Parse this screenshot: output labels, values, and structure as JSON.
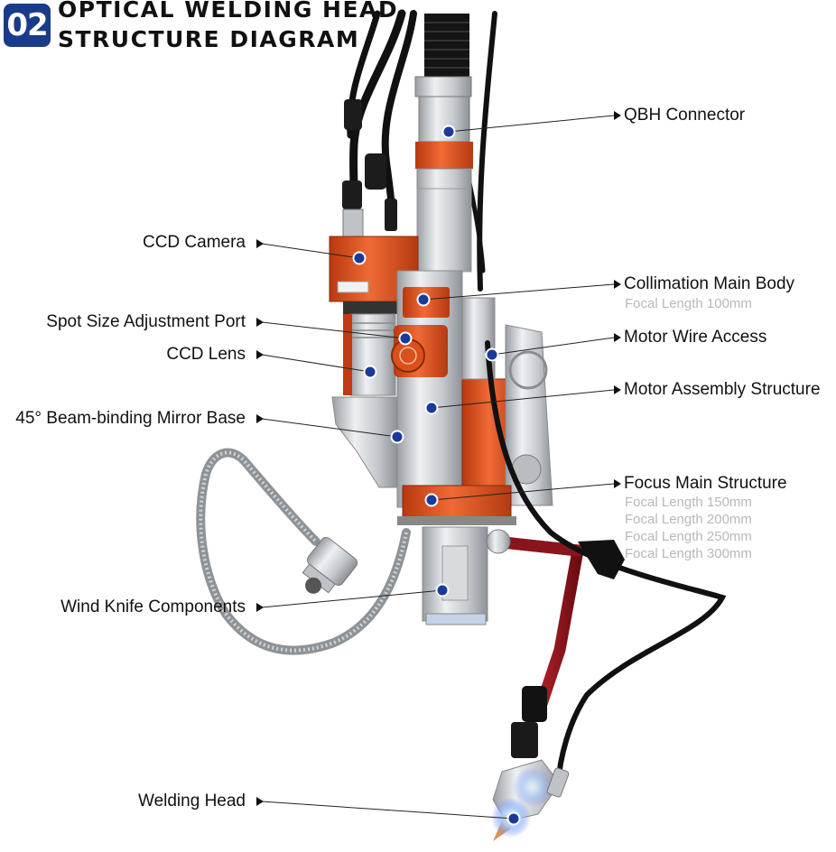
{
  "header": {
    "badge": "02",
    "title_line1": "OPTICAL WELDING HEAD",
    "title_line2": "STRUCTURE DIAGRAM"
  },
  "colors": {
    "accent_blue": "#1a3a8a",
    "orange": "#e0521f",
    "aluminum": "#cfd2d6",
    "cable": "#111111",
    "caption_grey": "#b8b8b8"
  },
  "labels": {
    "qbh": "QBH Connector",
    "ccd_camera": "CCD Camera",
    "collimation": "Collimation Main Body",
    "collimation_focal": "Focal Length 100mm",
    "spot_size": "Spot Size Adjustment Port",
    "motor_wire": "Motor Wire Access",
    "ccd_lens": "CCD Lens",
    "motor_assembly": "Motor Assembly Structure",
    "mirror_base": "45° Beam-binding Mirror Base",
    "focus": "Focus Main Structure",
    "focus_focal": [
      "Focal Length 150mm",
      "Focal Length 200mm",
      "Focal Length 250mm",
      "Focal Length 300mm"
    ],
    "wind_knife": "Wind Knife Components",
    "welding_head": "Welding Head"
  }
}
